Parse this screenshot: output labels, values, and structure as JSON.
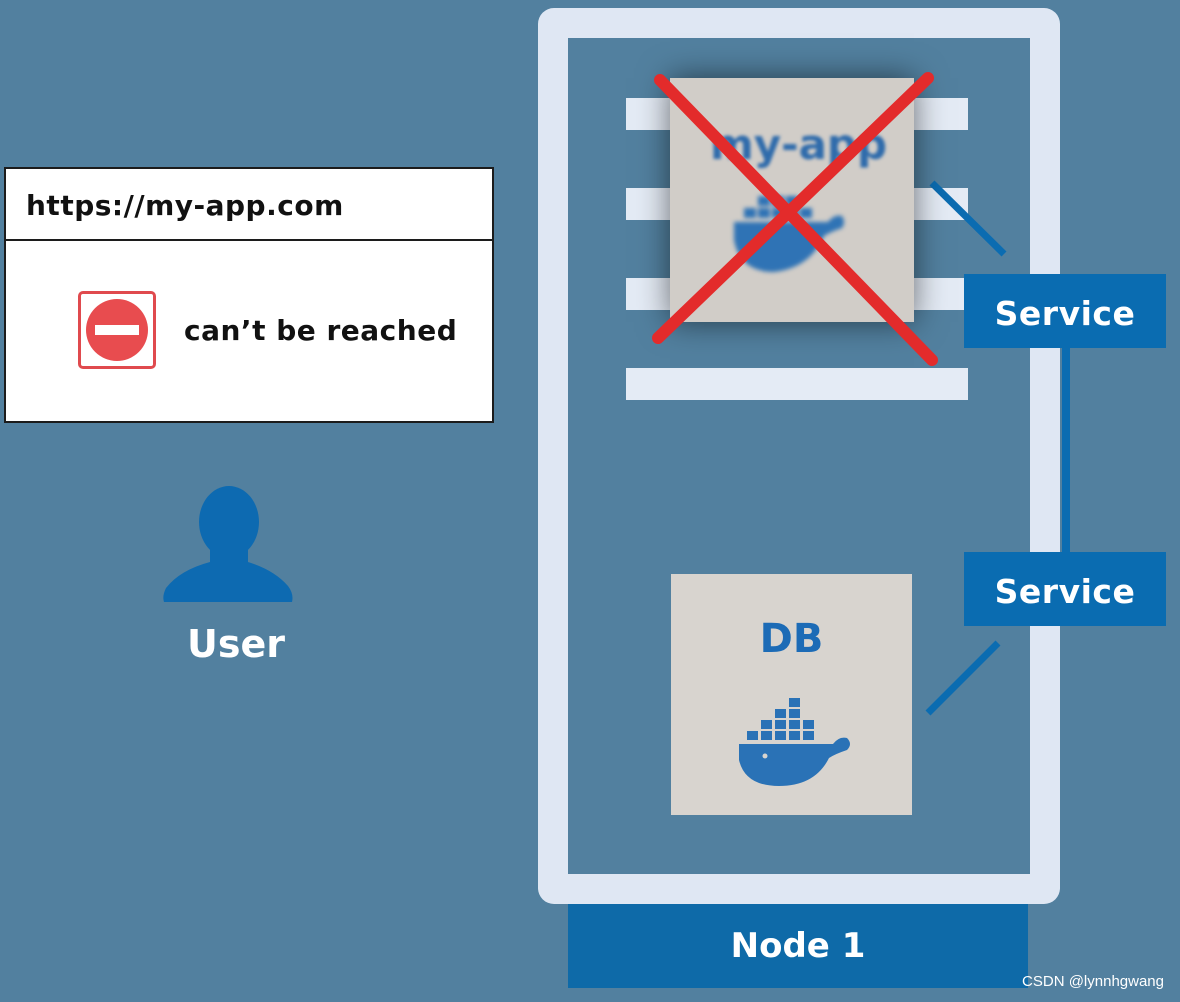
{
  "browser": {
    "url": "https://my-app.com",
    "error_message": "can’t be reached",
    "error_icon": "no-entry-icon"
  },
  "user": {
    "label": "User",
    "icon": "user-silhouette-icon"
  },
  "node": {
    "label": "Node 1"
  },
  "pods": {
    "my_app": {
      "label": "my-app",
      "icon": "docker-whale-icon",
      "status": "crossed-out"
    },
    "db": {
      "label": "DB",
      "icon": "docker-whale-icon"
    }
  },
  "services": [
    {
      "label": "Service"
    },
    {
      "label": "Service"
    }
  ],
  "colors": {
    "background": "#52809f",
    "service": "#0a6cb1",
    "node_frame": "#dfe7f3",
    "cross": "#e32b2b",
    "error": "#e04a4e"
  },
  "watermark": "CSDN @lynnhgwang"
}
